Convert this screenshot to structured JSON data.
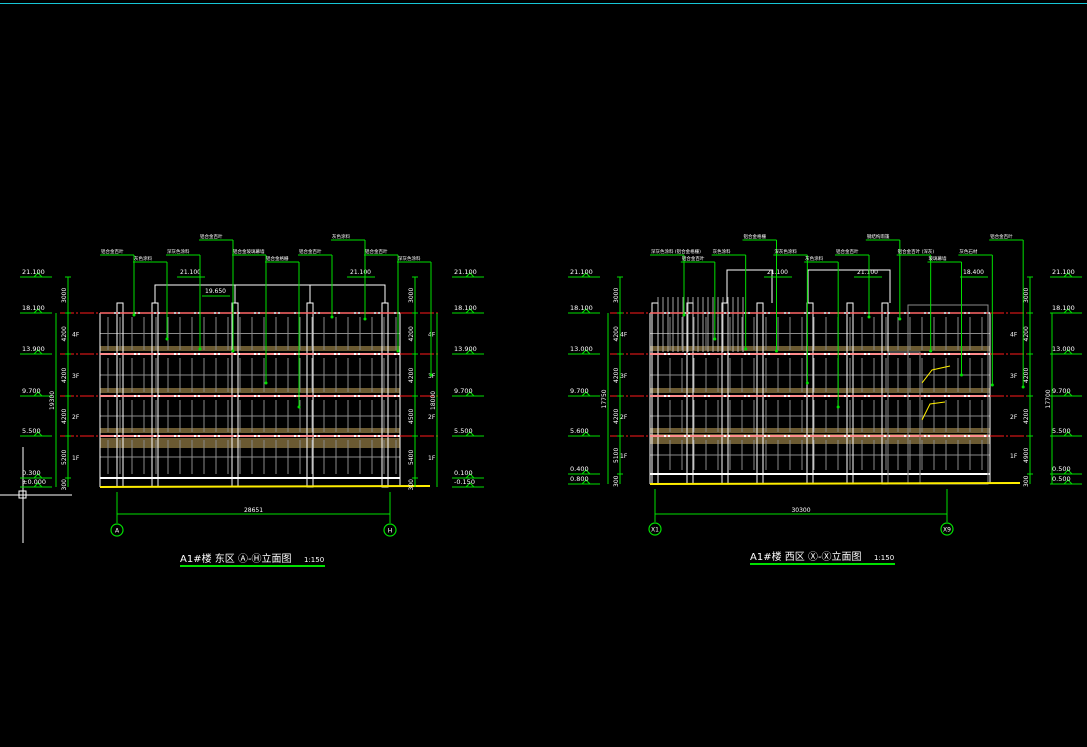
{
  "colors": {
    "background": "#000000",
    "dim": "#00e000",
    "level": "#ff1a1a",
    "ground": "#ffee00",
    "wall": "#ffffff",
    "frame": "#8a8a8a",
    "cladding": "#6b5a32",
    "accent": "#17c6d6"
  },
  "drawings": [
    {
      "id": "east",
      "title": "A1#楼 东区 Ⓐ-Ⓗ立面图",
      "scale": "1:150",
      "left_levels": [
        "21.100",
        "18.100",
        "13.900",
        "9.700",
        "5.500",
        "0.300",
        "±0.000"
      ],
      "right_levels": [
        "21.100",
        "18.100",
        "13.900",
        "9.700",
        "5.500",
        "0.100",
        "-0.150"
      ],
      "left_dims": [
        "3000",
        "4200",
        "4200",
        "4200",
        "5200",
        "300"
      ],
      "left_total": "19300",
      "right_dims": [
        "3000",
        "4200",
        "4200",
        "4500",
        "5400",
        "300"
      ],
      "right_total": "18000",
      "floors": [
        "4F",
        "3F",
        "2F",
        "1F"
      ],
      "roof_levels": [
        "21.100",
        "19.650",
        "21.100"
      ],
      "axis_dim": "28651",
      "axis_start": "A",
      "axis_end": "H",
      "callouts": [
        "铝合金百叶",
        "灰色涂料",
        "深灰色涂料",
        "铝合金百叶",
        "铝合金玻璃幕墙",
        "铝合金格栅",
        "铝合金百叶",
        "灰色涂料",
        "铝合金百叶",
        "深灰色涂料"
      ]
    },
    {
      "id": "west",
      "title": "A1#楼 西区 Ⓧ-Ⓧ立面图",
      "scale": "1:150",
      "left_levels": [
        "21.100",
        "18.100",
        "13.000",
        "9.700",
        "5.600",
        "0.400",
        "0.800"
      ],
      "right_levels": [
        "21.100",
        "18.100",
        "13.000",
        "9.700",
        "5.500",
        "0.500",
        "0.500"
      ],
      "left_dims": [
        "3000",
        "4200",
        "4200",
        "4200",
        "5100",
        "300"
      ],
      "left_total": "17750",
      "right_dims": [
        "3000",
        "4200",
        "4200",
        "4200",
        "4900",
        "300"
      ],
      "right_total": "17700",
      "floors": [
        "4F",
        "3F",
        "2F",
        "1F"
      ],
      "roof_levels": [
        "21.100",
        "21.100",
        "18.400"
      ],
      "axis_dim": "30300",
      "axis_start": "X1",
      "axis_end": "X9",
      "callouts": [
        "深灰色涂料 (铝合金格栅)",
        "铝合金百叶",
        "灰色涂料",
        "铝合金格栅",
        "深灰色涂料",
        "灰色涂料",
        "铝合金百叶",
        "钢结构雨篷",
        "铝合金百叶 (深灰)",
        "玻璃幕墙",
        "灰色石材",
        "铝合金百叶"
      ]
    }
  ]
}
